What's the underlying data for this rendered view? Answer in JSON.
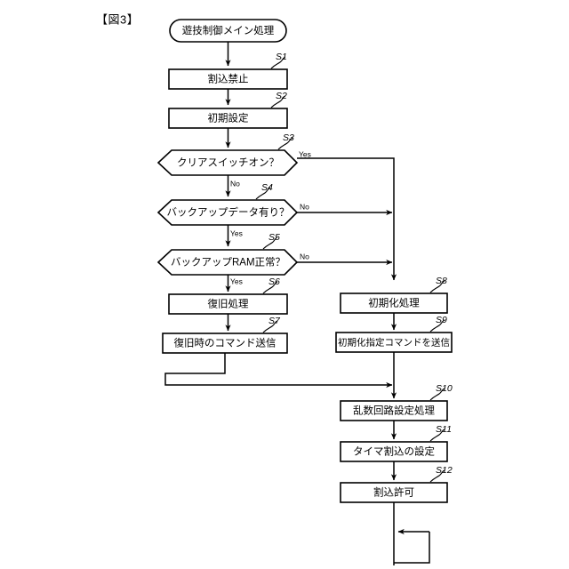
{
  "figure": {
    "label": "【図3】"
  },
  "flowchart": {
    "terminal": {
      "id": "start",
      "text": "遊技制御メイン処理"
    },
    "nodes": [
      {
        "id": "S1",
        "step": "S1",
        "shape": "process",
        "text": "割込禁止"
      },
      {
        "id": "S2",
        "step": "S2",
        "shape": "process",
        "text": "初期設定"
      },
      {
        "id": "S3",
        "step": "S3",
        "shape": "decision",
        "text": "クリアスイッチオン？"
      },
      {
        "id": "S4",
        "step": "S4",
        "shape": "decision",
        "text": "バックアップデータ有り？"
      },
      {
        "id": "S5",
        "step": "S5",
        "shape": "decision",
        "text": "バックアップRAM正常？"
      },
      {
        "id": "S6",
        "step": "S6",
        "shape": "process",
        "text": "復旧処理"
      },
      {
        "id": "S7",
        "step": "S7",
        "shape": "process",
        "text": "復旧時のコマンド送信"
      },
      {
        "id": "S8",
        "step": "S8",
        "shape": "process",
        "text": "初期化処理"
      },
      {
        "id": "S9",
        "step": "S9",
        "shape": "process",
        "text": "初期化指定コマンドを送信"
      },
      {
        "id": "S10",
        "step": "S10",
        "shape": "process",
        "text": "乱数回路設定処理"
      },
      {
        "id": "S11",
        "step": "S11",
        "shape": "process",
        "text": "タイマ割込の設定"
      },
      {
        "id": "S12",
        "step": "S12",
        "shape": "process",
        "text": "割込許可"
      }
    ],
    "branch_labels": {
      "s3_yes": "Yes",
      "s3_no": "No",
      "s4_no": "No",
      "s4_yes": "Yes",
      "s5_no": "No",
      "s5_yes": "Yes"
    },
    "colors": {
      "stroke": "#000000",
      "fill": "#ffffff",
      "background": "#ffffff"
    }
  }
}
